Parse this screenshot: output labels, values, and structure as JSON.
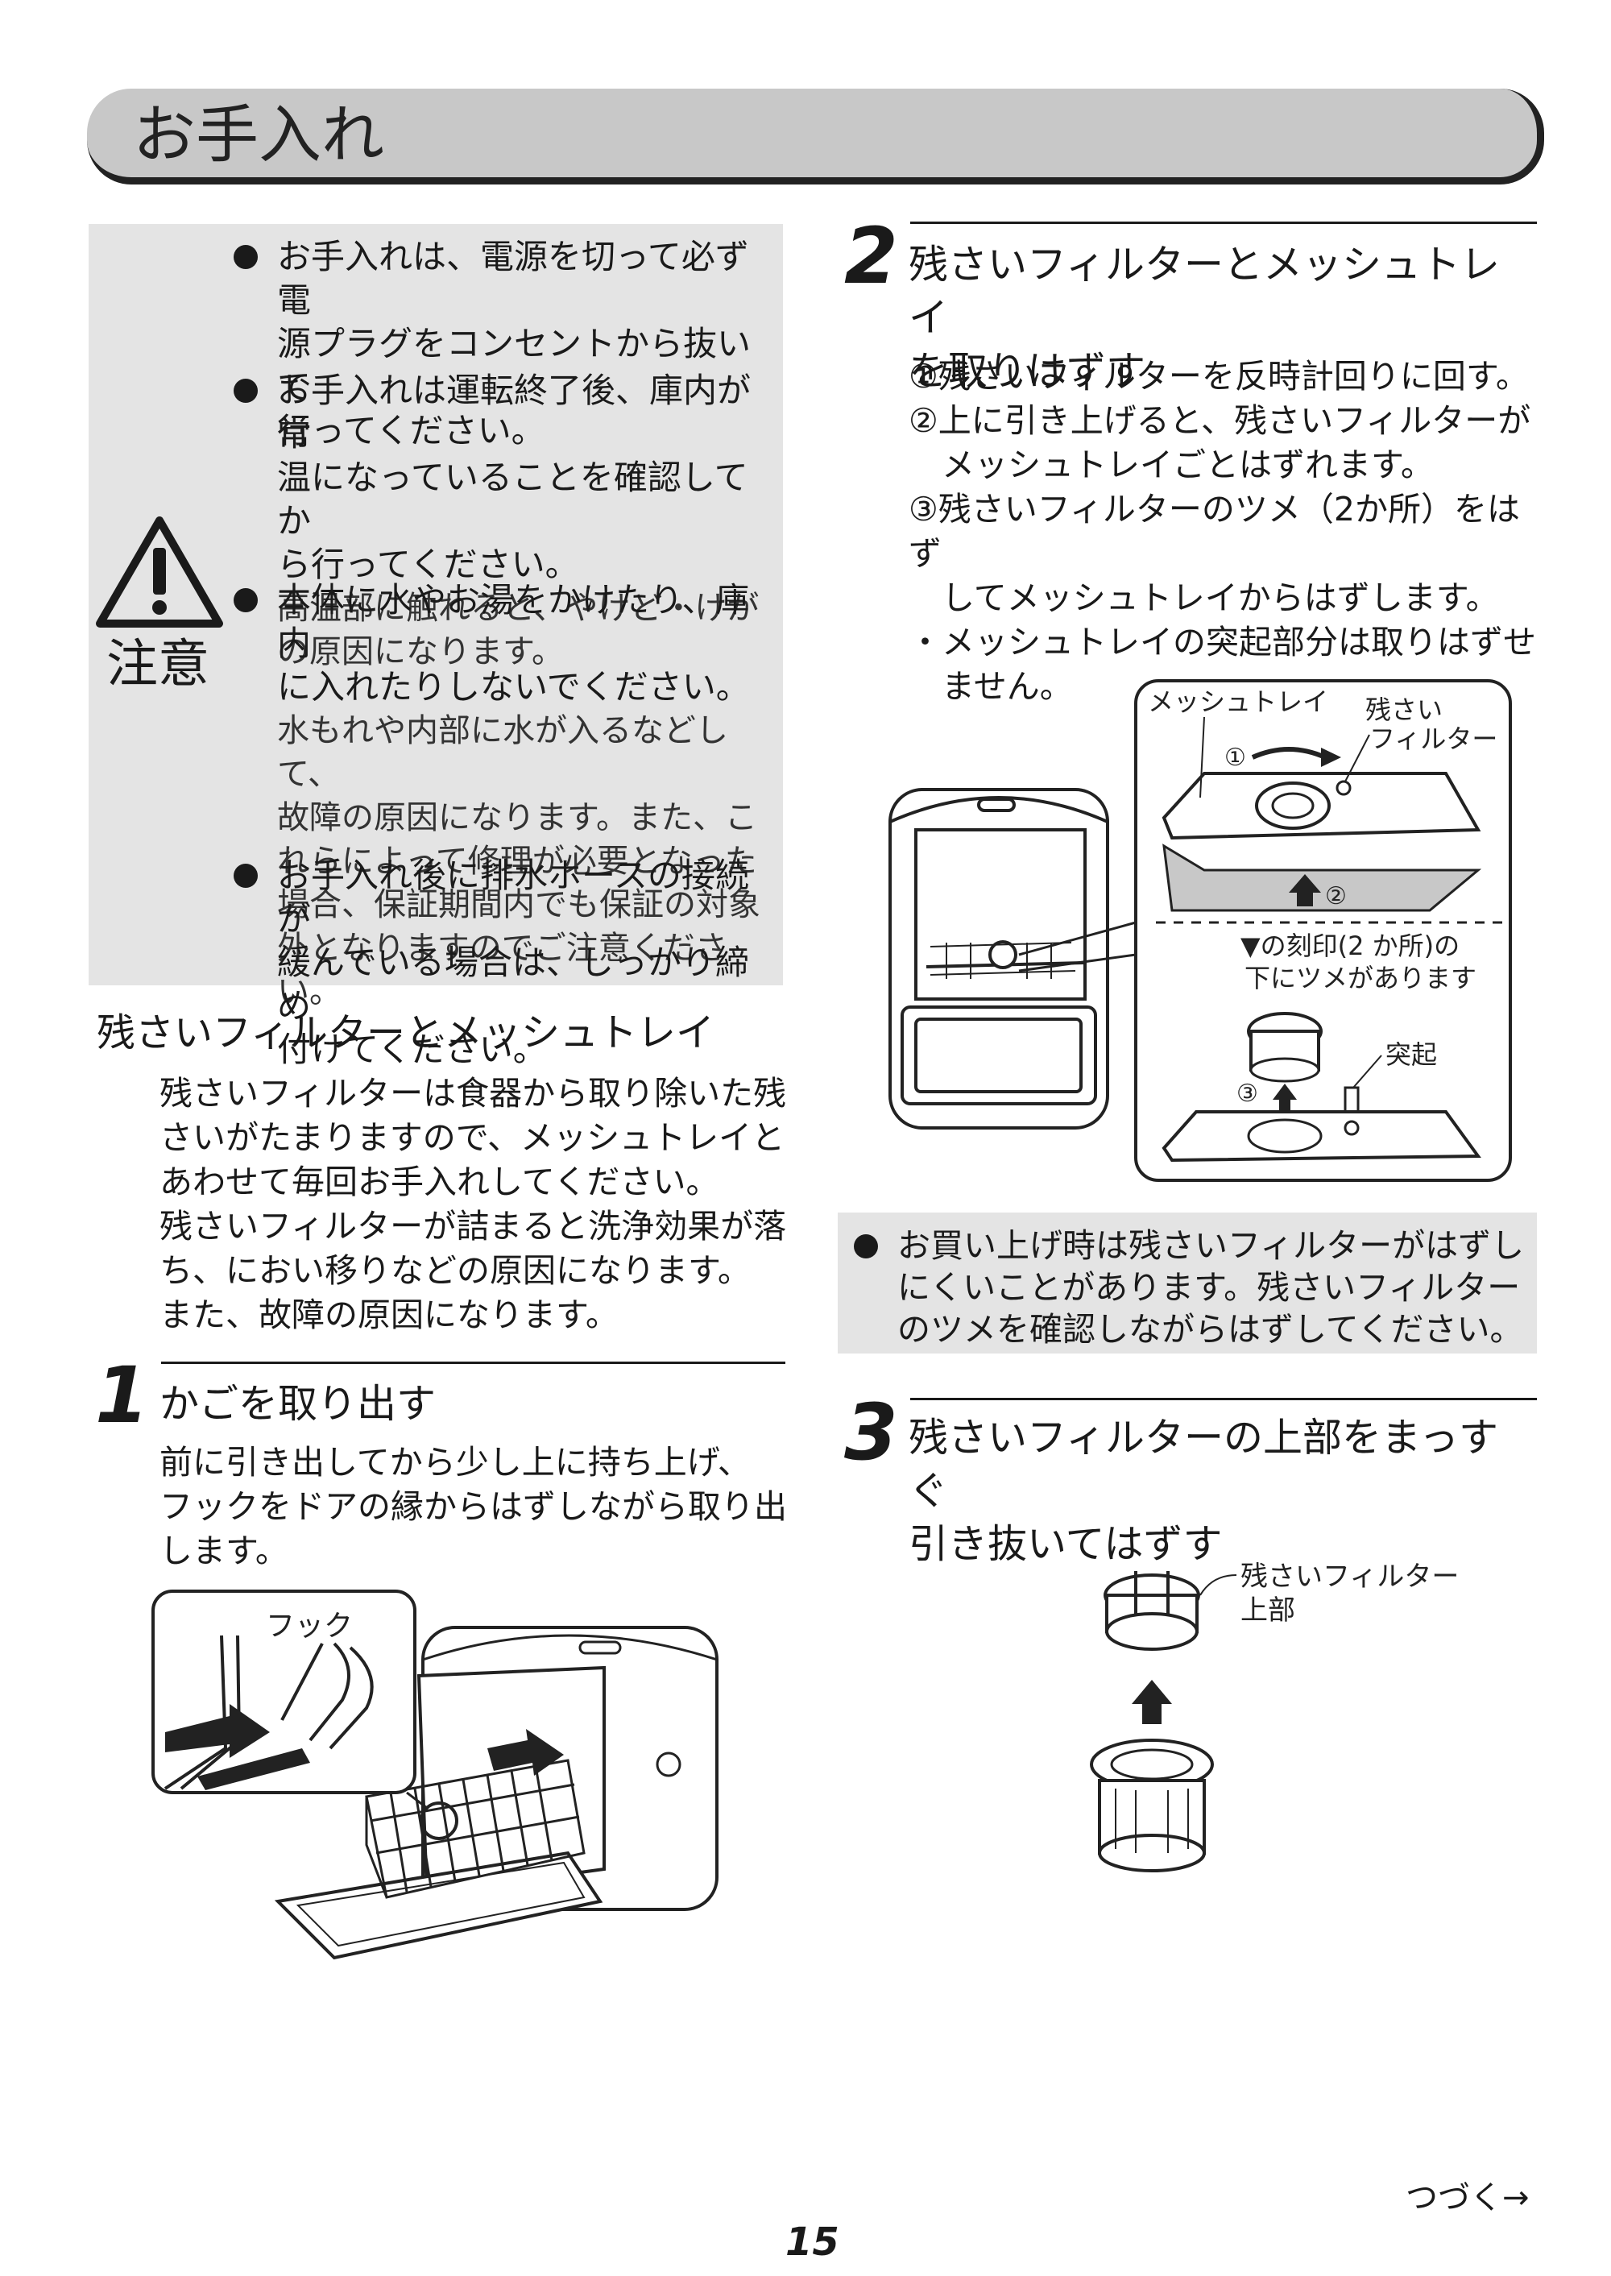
{
  "header": {
    "title": "お手入れ"
  },
  "caution": {
    "label": "注意",
    "items": [
      {
        "text": "お手入れは、電源を切って必ず電源プラグをコンセントから抜いて行ってください。",
        "lines": [
          "お手入れは、電源を切って必ず電",
          "源プラグをコンセントから抜いて",
          "行ってください。"
        ],
        "sub": []
      },
      {
        "lines": [
          "お手入れは運転終了後、庫内が常",
          "温になっていることを確認してか",
          "ら行ってください。"
        ],
        "sub": [
          "高温部に触れると、やけど・けが",
          "の原因になります。"
        ]
      },
      {
        "lines": [
          "本体に水やお湯をかけたり、庫内",
          "に入れたりしないでください。"
        ],
        "sub": [
          "水もれや内部に水が入るなどして、",
          "故障の原因になります。また、こ",
          "れらによって修理が必要となった",
          "場合、保証期間内でも保証の対象",
          "外となりますのでご注意ください。"
        ]
      },
      {
        "lines": [
          "お手入れ後に排水ホースの接続が",
          "緩んでいる場合は、しっかり締め",
          "付けてください。"
        ],
        "sub": []
      }
    ]
  },
  "section": {
    "heading": "残さいフィルターとメッシュトレイ",
    "lines": [
      "残さいフィルターは食器から取り除いた残",
      "さいがたまりますので、メッシュトレイと",
      "あわせて毎回お手入れしてください。",
      "残さいフィルターが詰まると洗浄効果が落",
      "ち、におい移りなどの原因になります。",
      "また、故障の原因になります。"
    ]
  },
  "steps": [
    {
      "num": "1",
      "title_lines": [
        "かごを取り出す"
      ],
      "body_lines": [
        "前に引き出してから少し上に持ち上げ、",
        "フックをドアの縁からはずしながら取り出",
        "します。"
      ],
      "figure_labels": {
        "hook": "フック"
      }
    },
    {
      "num": "2",
      "title_lines": [
        "残さいフィルターとメッシュトレイ",
        "を取りはずす"
      ],
      "body_lines": [
        "①残さいフィルターを反時計回りに回す。",
        "②上に引き上げると、残さいフィルターが",
        "　メッシュトレイごとはずれます。",
        "③残さいフィルターのツメ（2か所）をはず",
        "　してメッシュトレイからはずします。",
        "・メッシュトレイの突起部分は取りはずせ",
        "　ません。"
      ],
      "figure_labels": {
        "mesh_tray": "メッシュトレイ",
        "filter_1": "残さい",
        "filter_2": "フィルター",
        "num1": "①",
        "num2": "②",
        "num3": "③",
        "mark_1": "▼の刻印(2 か所)の",
        "mark_2": "下にツメがあります",
        "protrusion": "突起"
      }
    },
    {
      "num": "3",
      "title_lines": [
        "残さいフィルターの上部をまっすぐ",
        "引き抜いてはずす"
      ],
      "body_lines": [],
      "figure_labels": {
        "top_1": "残さいフィルター",
        "top_2": "上部"
      }
    }
  ],
  "note": {
    "lines": [
      "お買い上げ時は残さいフィルターがはずし",
      "にくいことがあります。残さいフィルター",
      "のツメを確認しながらはずしてください。"
    ]
  },
  "footer": {
    "continue": "つづく→",
    "page_number": "15"
  }
}
